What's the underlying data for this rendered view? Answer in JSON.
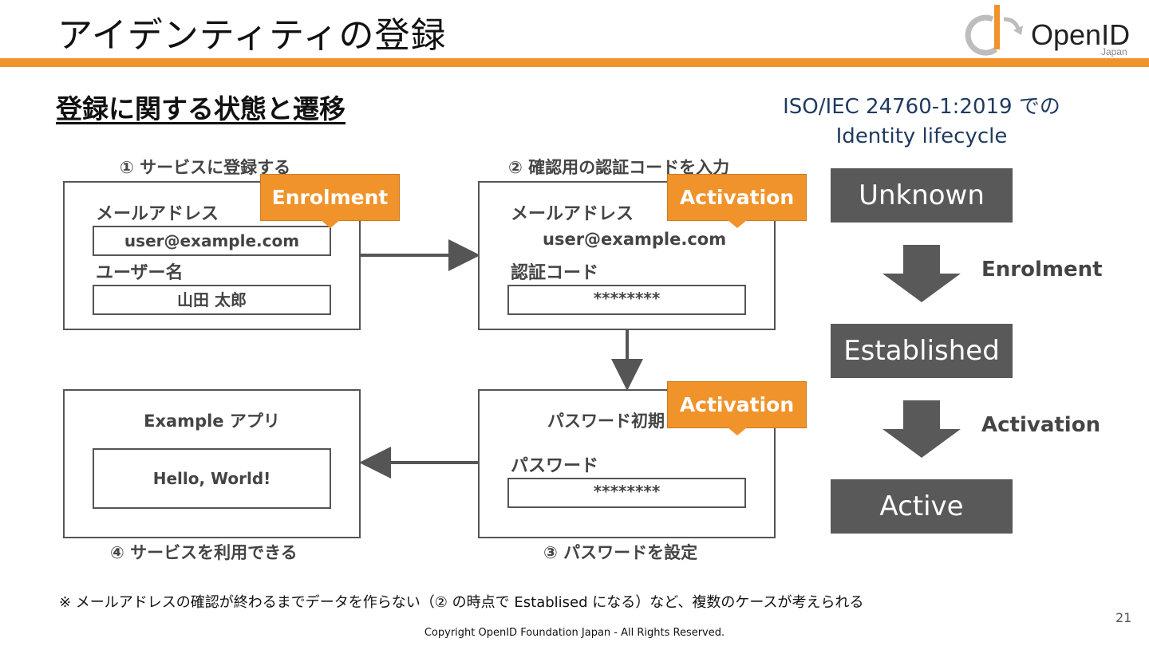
{
  "title": "アイデンティティの登録",
  "logo": {
    "brand": "OpenID",
    "sub": "Japan"
  },
  "subtitle": "登録に関する状態と遷移",
  "iso": {
    "line1": "ISO/IEC 24760-1:2019 での",
    "line2": "Identity lifecycle"
  },
  "steps": {
    "step1": {
      "label": "① サービスに登録する",
      "badge": "Enrolment",
      "email_label": "メールアドレス",
      "email_value": "user@example.com",
      "username_label": "ユーザー名",
      "username_value": "山田 太郎"
    },
    "step2": {
      "label": "② 確認用の認証コードを入力",
      "badge": "Activation",
      "email_label": "メールアドレス",
      "email_value": "user@example.com",
      "code_label": "認証コード",
      "code_value": "********"
    },
    "step3": {
      "label": "③ パスワードを設定",
      "badge": "Activation",
      "heading": "パスワード初期",
      "password_label": "パスワード",
      "password_value": "********"
    },
    "step4": {
      "label": "④ サービスを利用できる",
      "app_title": "Example アプリ",
      "message": "Hello, World!"
    }
  },
  "lifecycle": {
    "states": [
      "Unknown",
      "Established",
      "Active"
    ],
    "transitions": [
      "Enrolment",
      "Activation"
    ],
    "colors": {
      "state_bg": "#595959",
      "arrow": "#595959"
    }
  },
  "note": "※ メールアドレスの確認が終わるまでデータを作らない（② の時点で Establised になる）など、複数のケースが考えられる",
  "page_number": "21",
  "copyright": "Copyright OpenID Foundation Japan - All Rights Reserved.",
  "colors": {
    "accent": "#f0932b",
    "panel_border": "#555555",
    "text_dark": "#444444"
  }
}
